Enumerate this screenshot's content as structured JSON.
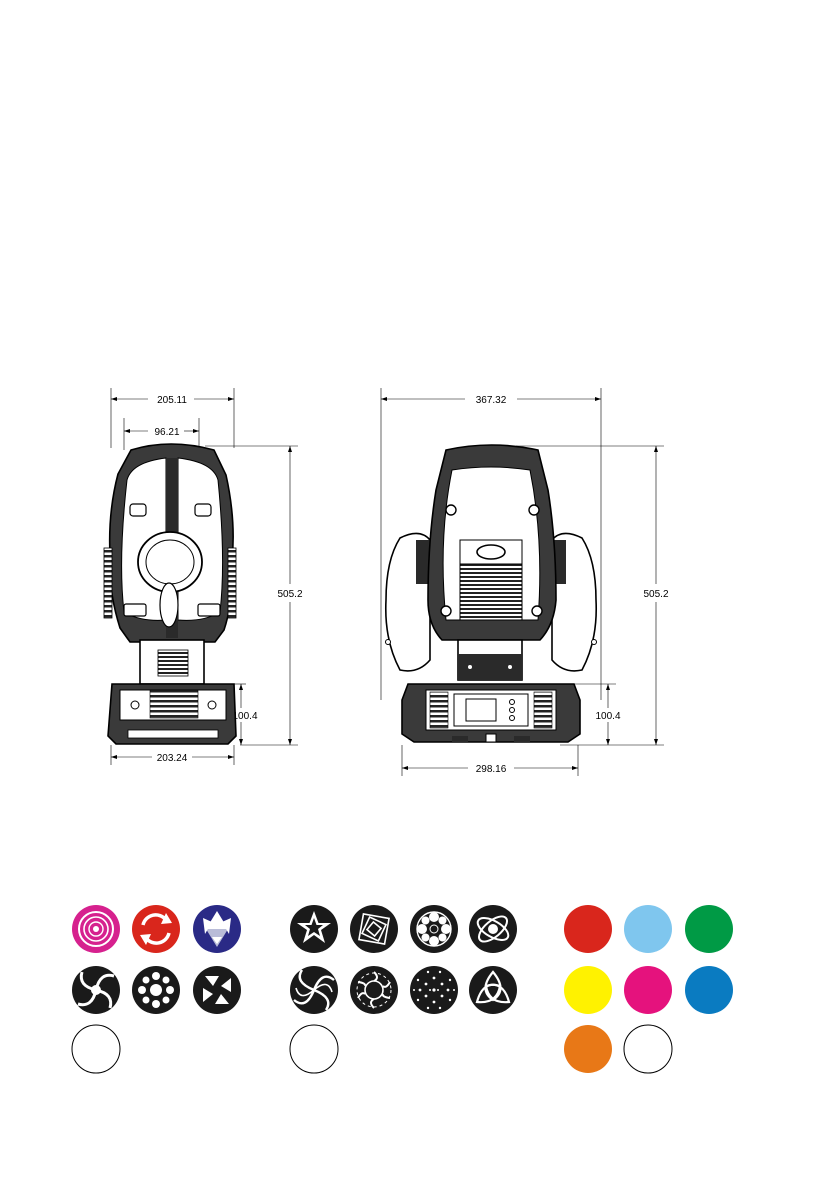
{
  "side_view": {
    "dims": {
      "top_width": "205.11",
      "inner_width": "96.21",
      "height": "505.2",
      "base_height": "100.4",
      "base_width": "203.24"
    }
  },
  "front_view": {
    "dims": {
      "total_width": "367.32",
      "height": "505.2",
      "base_height": "100.4",
      "base_width": "298.16"
    }
  },
  "rotating_gobo_wheel": {
    "gobos": [
      {
        "icon": "spiral-rings-gobo-icon",
        "color": "#d6218e"
      },
      {
        "icon": "rotate-arrows-gobo-icon",
        "color": "#d9261c"
      },
      {
        "icon": "prism-triangles-gobo-icon",
        "color": "#2a2a86"
      },
      {
        "icon": "swirl-gobo-icon",
        "color": "#1a1a1a"
      },
      {
        "icon": "dot-ring-gobo-icon",
        "color": "#1a1a1a"
      },
      {
        "icon": "pinwheel-gobo-icon",
        "color": "#1a1a1a"
      },
      {
        "icon": "open-gobo-icon",
        "color": "#ffffff"
      }
    ]
  },
  "static_gobo_wheel": {
    "gobos": [
      {
        "icon": "star-gobo-icon"
      },
      {
        "icon": "square-tunnel-gobo-icon"
      },
      {
        "icon": "flower-gobo-icon"
      },
      {
        "icon": "orbit-gobo-icon"
      },
      {
        "icon": "spiral-gobo-icon"
      },
      {
        "icon": "scallop-ring-gobo-icon"
      },
      {
        "icon": "scatter-dots-gobo-icon"
      },
      {
        "icon": "triquetra-gobo-icon"
      },
      {
        "icon": "open-gobo-icon"
      }
    ]
  },
  "color_wheel": {
    "colors": [
      "#d9261c",
      "#7fc6ee",
      "#009a45",
      "#fff200",
      "#e5127d",
      "#0a7bc1",
      "#e87817",
      "#ffffff"
    ]
  }
}
